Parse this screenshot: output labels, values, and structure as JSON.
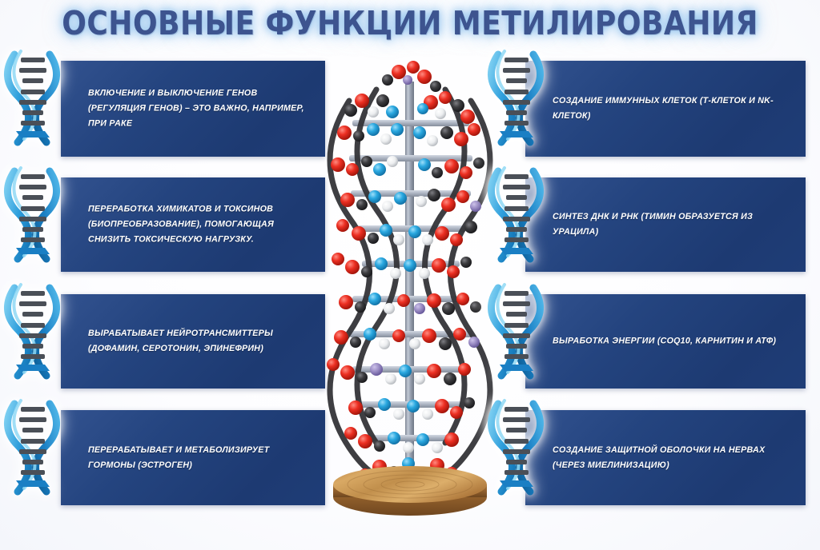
{
  "poster": {
    "title": "ОСНОВНЫЕ ФУНКЦИИ МЕТИЛИРОВАНИЯ",
    "background_color": "#ffffff",
    "card_color": "#23417c",
    "card_accent_color": "#32528f",
    "title_color": "#3d548f",
    "title_glow_color": "#8cc3ea",
    "text_color": "#ffffff",
    "dna_icon_ribbon_color": "#1f8fd6",
    "dna_icon_ribbon_light": "#6cc5ee",
    "dna_icon_rung_color": "#4a4f57"
  },
  "left_column": {
    "items": [
      {
        "id": "gene-regulation",
        "icon": "dna-helix-icon",
        "text": "Включение и выключение генов (регуляция генов) – это важно, например, при раке"
      },
      {
        "id": "detoxification",
        "icon": "dna-helix-icon",
        "text": "Переработка химикатов и токсинов (биопреобразование), помогающая снизить токсическую нагрузку."
      },
      {
        "id": "neurotransmitters",
        "icon": "dna-helix-icon",
        "text": "Вырабатывает нейротрансмиттеры (дофамин, серотонин, эпинефрин)"
      },
      {
        "id": "hormone-metabolism",
        "icon": "dna-helix-icon",
        "text": "Перерабатывает и метаболизирует гормоны (эстроген)"
      }
    ]
  },
  "right_column": {
    "items": [
      {
        "id": "immune-cells",
        "icon": "dna-helix-icon",
        "text": "Создание иммунных клеток (Т-клеток и NK-клеток)"
      },
      {
        "id": "dna-rna-synthesis",
        "icon": "dna-helix-icon",
        "text": "Синтез ДНК и РНК (тимин образуется из урацила)"
      },
      {
        "id": "energy-production",
        "icon": "dna-helix-icon",
        "text": "Выработка энергии (CoQ10, карнитин и АТФ)"
      },
      {
        "id": "myelination",
        "icon": "dna-helix-icon",
        "text": "Создание защитной оболочки на нервах (через миелинизацию)"
      }
    ]
  },
  "center_illustration": {
    "name": "dna-molecular-model",
    "description": "Ball-and-stick DNA double helix model on wooden disc stand",
    "atom_colors": {
      "oxygen_red": "#e12b22",
      "carbon_dark": "#3a3a3c",
      "nitrogen_blue": "#27a9e1",
      "hydrogen_white": "#f2f2f2",
      "phosphorus_violet": "#9a8cc4"
    },
    "rod_color": "#9aa3b4",
    "base_color": "#c08a42"
  }
}
